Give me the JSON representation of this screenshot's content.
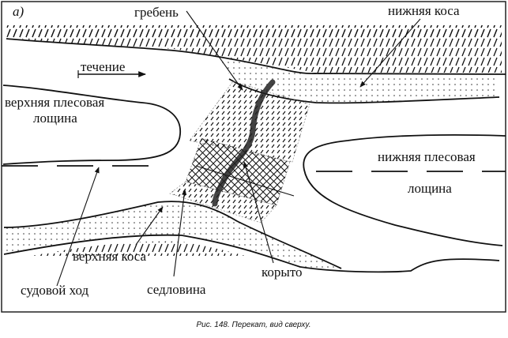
{
  "figure": {
    "panel_label": "а)",
    "caption": "Рис. 148. Перекат, вид сверху.",
    "labels": {
      "crest": "гребень",
      "lower_spit": "нижняя коса",
      "current": "течение",
      "upper_pool_1": "верхняя плесовая",
      "upper_pool_2": "лощина",
      "lower_pool_1": "нижняя плесовая",
      "lower_pool_2": "лощина",
      "upper_spit": "верхняя коса",
      "fairway": "судовой ход",
      "saddle": "седловина",
      "trough": "корыто"
    }
  }
}
